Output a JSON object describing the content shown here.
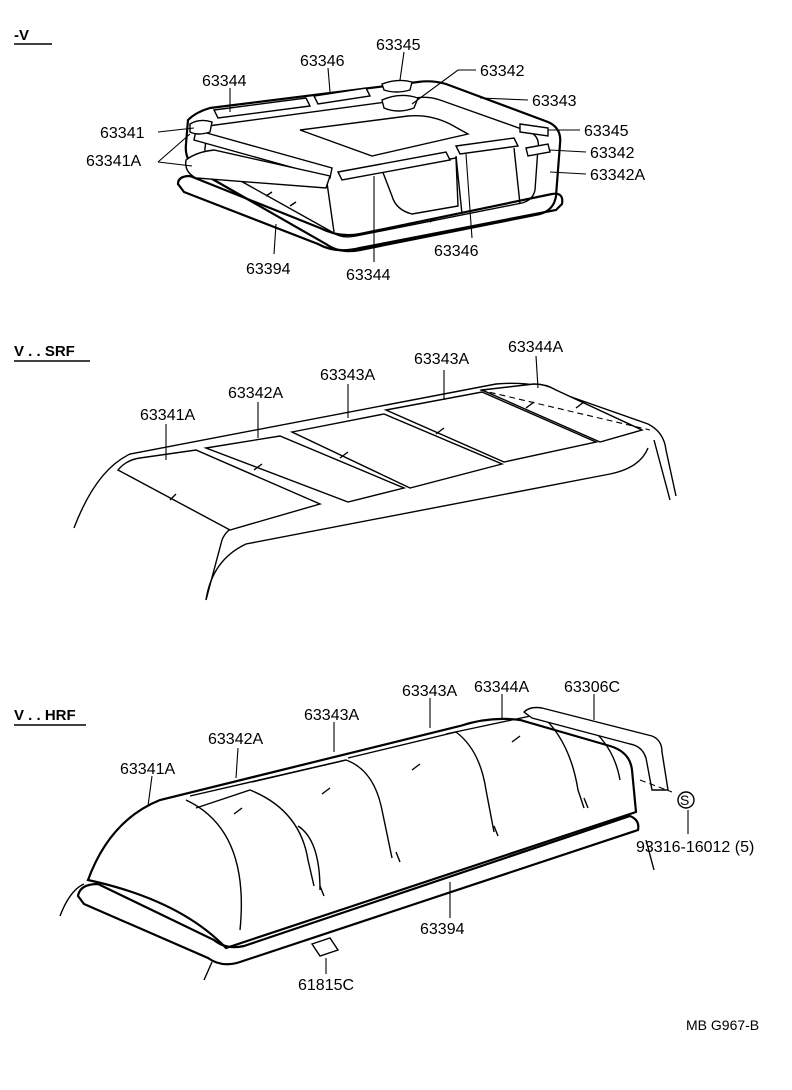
{
  "sections": [
    {
      "header": "-V"
    },
    {
      "header": "V . . SRF"
    },
    {
      "header": "V . . HRF"
    }
  ],
  "labels": {
    "s1": {
      "p63345_top": "63345",
      "p63346_top": "63346",
      "p63344_top": "63344",
      "p63342_top": "63342",
      "p63343": "63343",
      "p63341": "63341",
      "p63341A": "63341A",
      "p63345_right": "63345",
      "p63342_right": "63342",
      "p63342A": "63342A",
      "p63394": "63394",
      "p63344_bottom": "63344",
      "p63346_bottom": "63346"
    },
    "s2": {
      "p63341A": "63341A",
      "p63342A": "63342A",
      "p63343A_1": "63343A",
      "p63343A_2": "63343A",
      "p63344A": "63344A"
    },
    "s3": {
      "p63341A": "63341A",
      "p63342A": "63342A",
      "p63343A_1": "63343A",
      "p63343A_2": "63343A",
      "p63344A": "63344A",
      "p63306C": "63306C",
      "screw": "93316-16012 (5)",
      "screw_symbol": "S",
      "p63394": "63394",
      "p61815C": "61815C"
    }
  },
  "footer": {
    "code": "MB G967-B"
  }
}
